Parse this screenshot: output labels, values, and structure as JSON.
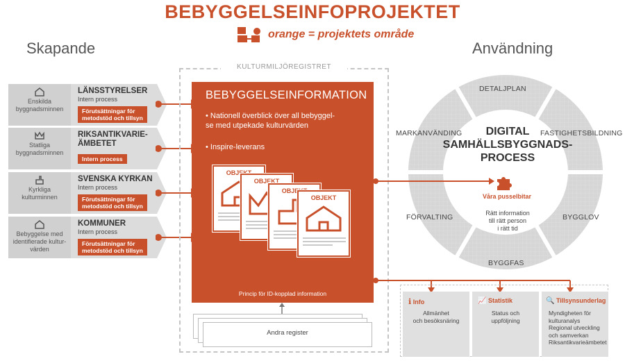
{
  "title": "BEBYGGELSEINFOPROJEKTET",
  "legend": "orange = projektets område",
  "left_heading": "Skapande",
  "right_heading": "Användning",
  "rows": [
    {
      "category": "Enskilda\nbyggnadsminnen",
      "org": "LÄNSSTYRELSER",
      "intern": "Intern process",
      "badge": "Förutsättningar för\nmetodstöd och tillsyn"
    },
    {
      "category": "Statliga\nbyggnadsminnen",
      "org": "RIKSANTIKVARIE-\nÄMBETET",
      "intern": "",
      "badge": "Intern process"
    },
    {
      "category": "Kyrkliga\nkulturminnen",
      "org": "SVENSKA KYRKAN",
      "intern": "Intern process",
      "badge": "Förutsättningar för\nmetodstöd och tillsyn"
    },
    {
      "category": "Bebyggelse med\nidentifierade kultur-\nvärden",
      "org": "KOMMUNER",
      "intern": "Intern process",
      "badge": "Förutsättningar för\nmetodstöd och tillsyn"
    }
  ],
  "kulturmiljoregistret": "KULTURMILJÖREGISTRET",
  "panel": {
    "title": "BEBYGGELSEINFORMATION",
    "bullet1": "• Nationell överblick över all bebyggel-\n  se med utpekade kulturvärden",
    "bullet2": "• Inspire-leverans",
    "doc_label": "OBJEKT",
    "footer": "Princip för ID-kopplad information"
  },
  "andra_register": "Andra register",
  "ring": {
    "segments": [
      "DETALJPLAN",
      "FASTIGHETSBILDNING",
      "BYGGLOV",
      "BYGGFAS",
      "FÖRVALTING",
      "MARKANVÄNDING"
    ],
    "center_title": "DIGITAL\nSAMHÄLLSBYGGNADS-\nPROCESS",
    "puzzle_label": "Våra pusselbitar",
    "center_sub": "Rätt information\ntill rätt person\ni rätt tid"
  },
  "outputs": [
    {
      "icon": "info-icon",
      "head": "Info",
      "text": "Allmänhet\noch besöksnäring"
    },
    {
      "icon": "chart-icon",
      "head": "Statistik",
      "text": "Status och\nuppföljning"
    },
    {
      "icon": "magnifier-icon",
      "head": "Tillsynsunderlag",
      "text": "Myndigheten för\nkulturanalys\nRegional utveckling\noch samverkan\nRiksantikvarieämbetet"
    }
  ],
  "colors": {
    "accent": "#c8502b",
    "grey": "#d9d9d9",
    "ring": "#d4d4d4"
  }
}
